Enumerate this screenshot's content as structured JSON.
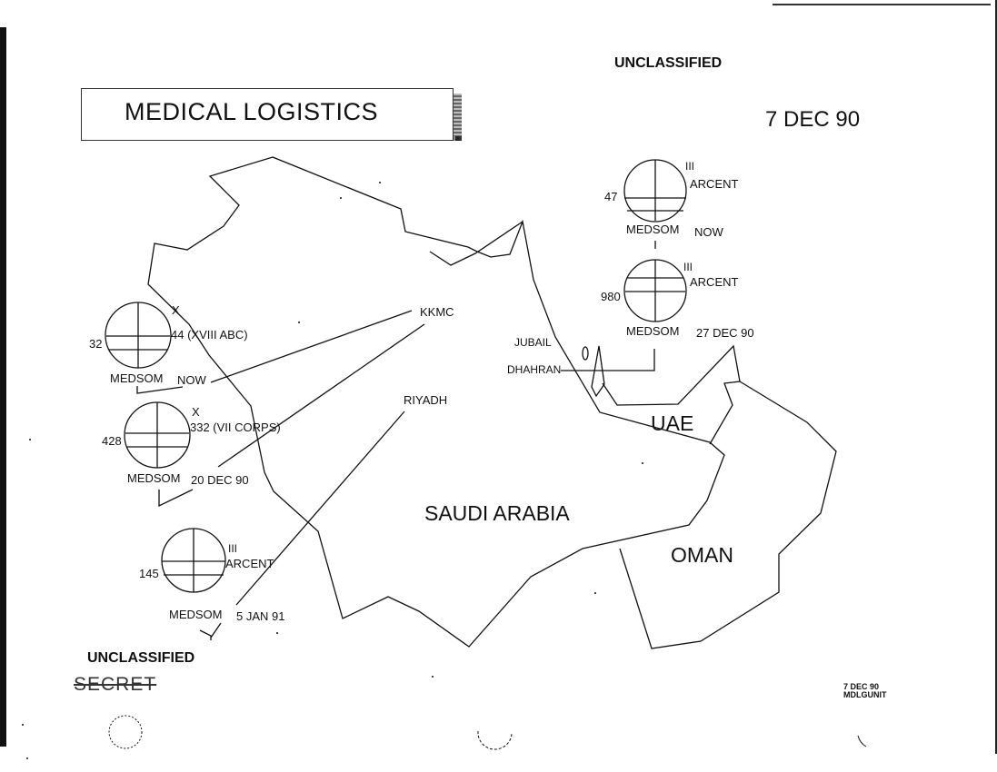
{
  "header": {
    "classification_top": "UNCLASSIFIED",
    "title": "MEDICAL LOGISTICS",
    "date": "7 DEC 90"
  },
  "map": {
    "countries": {
      "saudi_arabia": "SAUDI ARABIA",
      "uae": "UAE",
      "oman": "OMAN"
    },
    "places": {
      "kkmc": "KKMC",
      "riyadh": "RIYADH",
      "jubail": "JUBAIL",
      "dhahran": "DHAHRAN"
    },
    "units": [
      {
        "id": "arcent-now",
        "echelon": "III",
        "designation": "ARCENT",
        "number": "47",
        "type": "MEDSOM",
        "timing": "NOW",
        "linked_to": "DHAHRAN"
      },
      {
        "id": "arcent-27dec",
        "echelon": "III",
        "designation": "ARCENT",
        "number": "980",
        "type": "MEDSOM",
        "timing": "27 DEC 90",
        "linked_to": "DHAHRAN"
      },
      {
        "id": "xviii-abc-now",
        "echelon": "X",
        "designation": "44 (XVIII ABC)",
        "number": "32",
        "type": "MEDSOM",
        "timing": "NOW",
        "linked_to": "KKMC"
      },
      {
        "id": "vii-corps-20dec",
        "echelon": "X",
        "designation": "332 (VII CORPS)",
        "number": "428",
        "type": "MEDSOM",
        "timing": "20 DEC 90",
        "linked_to": "KKMC"
      },
      {
        "id": "arcent-5jan",
        "echelon": "III",
        "designation": "ARCENT",
        "number": "145",
        "type": "MEDSOM",
        "timing": "5 JAN 91",
        "linked_to": "RIYADH"
      }
    ]
  },
  "footer": {
    "classification_bottom": "UNCLASSIFIED",
    "struck_marking": "SECRET",
    "note_date": "7 DEC 90",
    "note_unit": "MDLGUNIT"
  }
}
